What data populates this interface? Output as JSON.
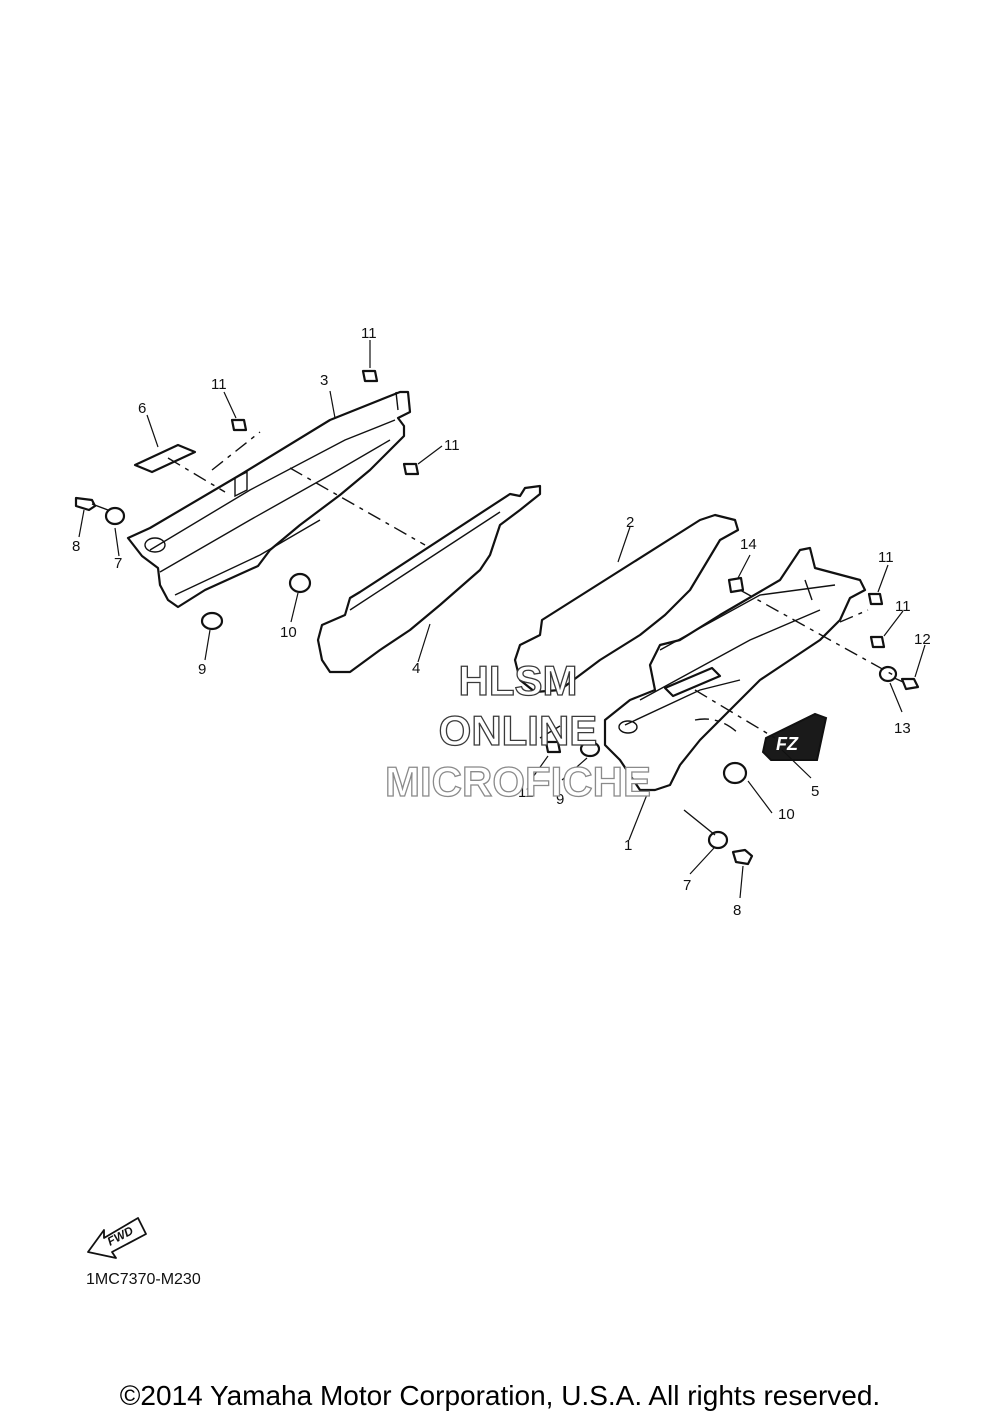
{
  "callouts": [
    {
      "id": "c1",
      "label": "1"
    },
    {
      "id": "c2",
      "label": "2"
    },
    {
      "id": "c3",
      "label": "3"
    },
    {
      "id": "c4",
      "label": "4"
    },
    {
      "id": "c5",
      "label": "5"
    },
    {
      "id": "c6",
      "label": "6"
    },
    {
      "id": "c7a",
      "label": "7"
    },
    {
      "id": "c7b",
      "label": "7"
    },
    {
      "id": "c8a",
      "label": "8"
    },
    {
      "id": "c8b",
      "label": "8"
    },
    {
      "id": "c9a",
      "label": "9"
    },
    {
      "id": "c9b",
      "label": "9"
    },
    {
      "id": "c10a",
      "label": "10"
    },
    {
      "id": "c10b",
      "label": "10"
    },
    {
      "id": "c11a",
      "label": "11"
    },
    {
      "id": "c11b",
      "label": "11"
    },
    {
      "id": "c11c",
      "label": "11"
    },
    {
      "id": "c11d",
      "label": "11"
    },
    {
      "id": "c11e",
      "label": "11"
    },
    {
      "id": "c11f",
      "label": "11"
    },
    {
      "id": "c12",
      "label": "12"
    },
    {
      "id": "c13",
      "label": "13"
    },
    {
      "id": "c14",
      "label": "14"
    }
  ],
  "watermark": {
    "line1": "HLSM",
    "line2": "ONLINE",
    "line3": "MICROFICHE",
    "color_dark": "#3a3a3a",
    "color_light": "#8a8a8a"
  },
  "fwd_label": "FWD",
  "emblem_text": "FZ",
  "diagram_code": "1MC7370-M230",
  "copyright": "©2014 Yamaha Motor Corporation, U.S.A. All rights reserved."
}
